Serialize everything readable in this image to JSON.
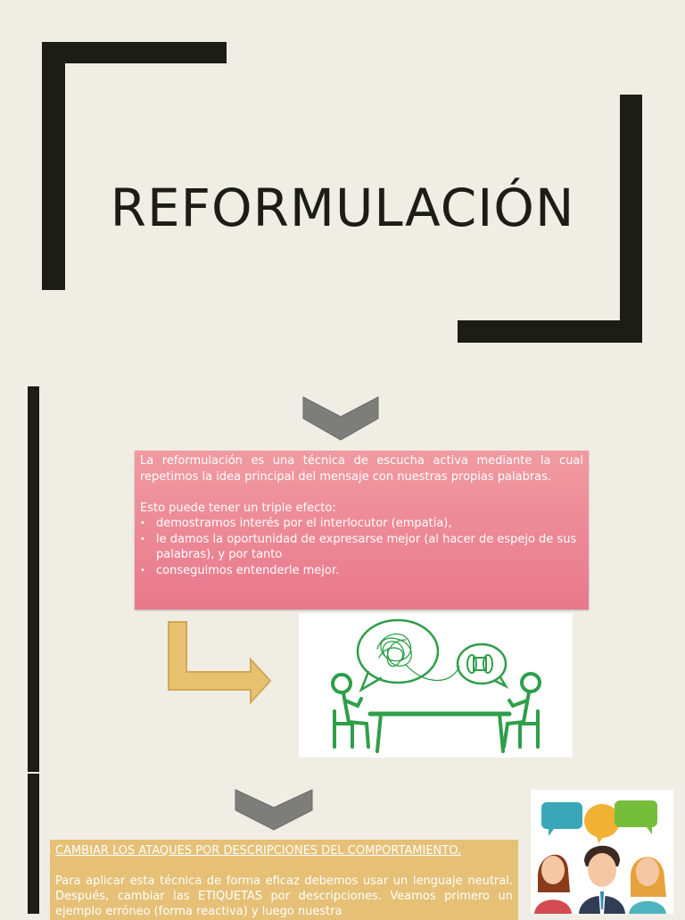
{
  "slide": {
    "title": "REFORMULACIÓN"
  },
  "definition": {
    "intro": "La reformulación es una técnica de escucha activa mediante la cual repetimos la idea principal del mensaje con nuestras propias palabras.",
    "effect_lead": "Esto puede tener un triple efecto:",
    "bullet_glyph": "•",
    "effects": [
      "demostramos interés por el interlocutor (empatía),",
      "le damos la oportunidad de expresarse mejor (al hacer de espejo de sus palabras), y por tanto",
      "conseguimos entenderle mejor."
    ]
  },
  "technique": {
    "heading": "CAMBIAR LOS ATAQUES POR DESCRIPCIONES DEL COMPORTAMIENTO. ",
    "body": "Para aplicar esta técnica de forma eficaz debemos usar un lenguaje neutral. Después, cambiar las ETIQUETAS por descripciones. Veamos primero un ejemplo erróneo (forma reactiva) y luego nuestra"
  },
  "icons": {
    "chevron_1": "chevron-down-icon",
    "chevron_2": "chevron-down-icon",
    "bent_arrow": "bent-arrow-right-icon"
  },
  "colors": {
    "background": "#efede4",
    "frame": "#1c1d14",
    "pink_top": "#f19aa1",
    "pink_bottom": "#e8788c",
    "yellow": "#e5c076",
    "arrow_yellow": "#e8c170",
    "chevron_gray": "#7d7e79",
    "figure_green": "#2e9e4a"
  }
}
